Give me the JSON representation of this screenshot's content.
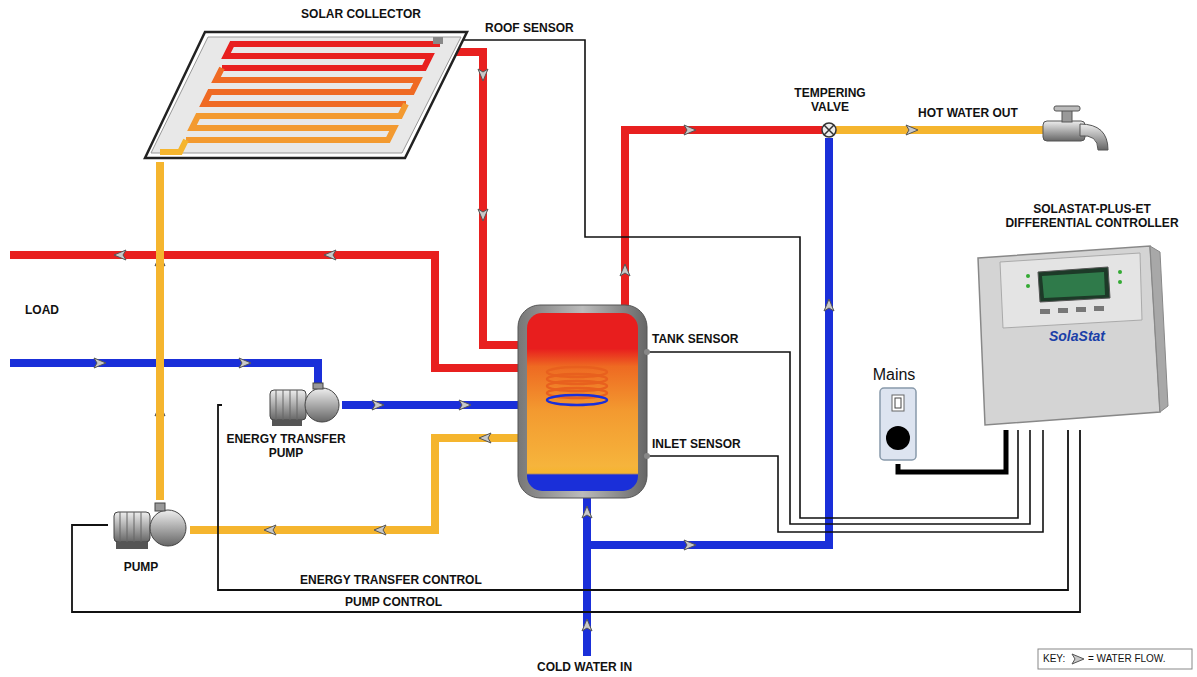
{
  "diagram": {
    "nodes": [
      {
        "text": [
          "SOLAR COLLECTOR"
        ]
      },
      {
        "text": [
          "TEMPERING VALVE"
        ]
      },
      {
        "text": [
          "SOLASTAT-PLUS-ET DIFFERENTIAL CONTROLLER",
          "SolaStat"
        ]
      },
      {
        "text": [
          "Mains"
        ]
      },
      {
        "text": [
          "ENERGY TRANSFER PUMP"
        ]
      },
      {
        "text": [
          "PUMP"
        ]
      }
    ],
    "edges": [
      {
        "from": 3,
        "to": 2,
        "arrow": "none"
      },
      {
        "from": 2,
        "to": 4,
        "label": "ENERGY TRANSFER CONTROL",
        "arrow": "none"
      },
      {
        "from": 2,
        "to": 5,
        "label": "PUMP CONTROL",
        "arrow": "none"
      },
      {
        "from": 5,
        "to": 0,
        "arrow": "none"
      }
    ],
    "labels": [
      "ROOF SENSOR",
      "HOT WATER OUT",
      "LOAD",
      "TANK SENSOR",
      "INLET SENSOR",
      "COLD WATER IN",
      "KEY:"
    ],
    "legend": [
      {
        "text": "= WATER FLOW."
      }
    ]
  }
}
